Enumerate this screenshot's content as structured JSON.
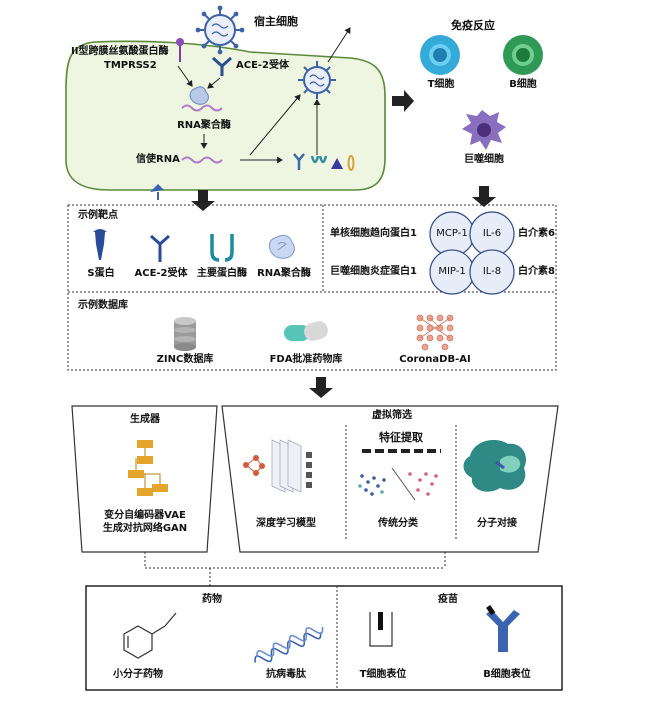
{
  "host": {
    "title": "宿主细胞",
    "tmprss2_line1": "II型跨膜丝氨酸蛋白酶",
    "tmprss2_line2": "TMPRSS2",
    "ace2": "ACE-2受体",
    "rna_polymerase": "RNA聚合酶",
    "mrna": "信使RNA"
  },
  "immune": {
    "title": "免疫反应",
    "t_cell": "T细胞",
    "b_cell": "B细胞",
    "macrophage": "巨噬细胞"
  },
  "targets": {
    "title": "示例靶点",
    "items": [
      "S蛋白",
      "ACE-2受体",
      "主要蛋白酶",
      "RNA聚合酶"
    ]
  },
  "cytokines": {
    "mcp_label": "单核细胞趋向蛋白1",
    "mip_label": "巨噬细胞炎症蛋白1",
    "il6_label": "白介素6",
    "il8_label": "白介素8",
    "mcp": "MCP-1",
    "mip": "MIP-1",
    "il6": "IL-6",
    "il8": "IL-8"
  },
  "databases": {
    "title": "示例数据库",
    "items": [
      "ZINC数据库",
      "FDA批准药物库",
      "CoronaDB-AI"
    ]
  },
  "generator": {
    "title": "生成器",
    "line1": "变分自编码器VAE",
    "line2": "生成对抗网络GAN"
  },
  "screening": {
    "title": "虚拟筛选",
    "feature": "特征提取",
    "deep": "深度学习模型",
    "classic": "传统分类",
    "docking": "分子对接"
  },
  "outputs": {
    "drugs_title": "药物",
    "vaccine_title": "疫苗",
    "small_molecule": "小分子药物",
    "peptide": "抗病毒肽",
    "t_epitope": "T细胞表位",
    "b_epitope": "B细胞表位"
  },
  "colors": {
    "cell_fill": "#eef5e0",
    "cell_stroke": "#5a8a3a",
    "virus": "#3f63a8",
    "t_cell": "#35a9d8",
    "b_cell": "#2f9a55",
    "macrophage": "#8a6fc0",
    "generator_node": "#e3a52a",
    "rna": "#b07ac8"
  }
}
